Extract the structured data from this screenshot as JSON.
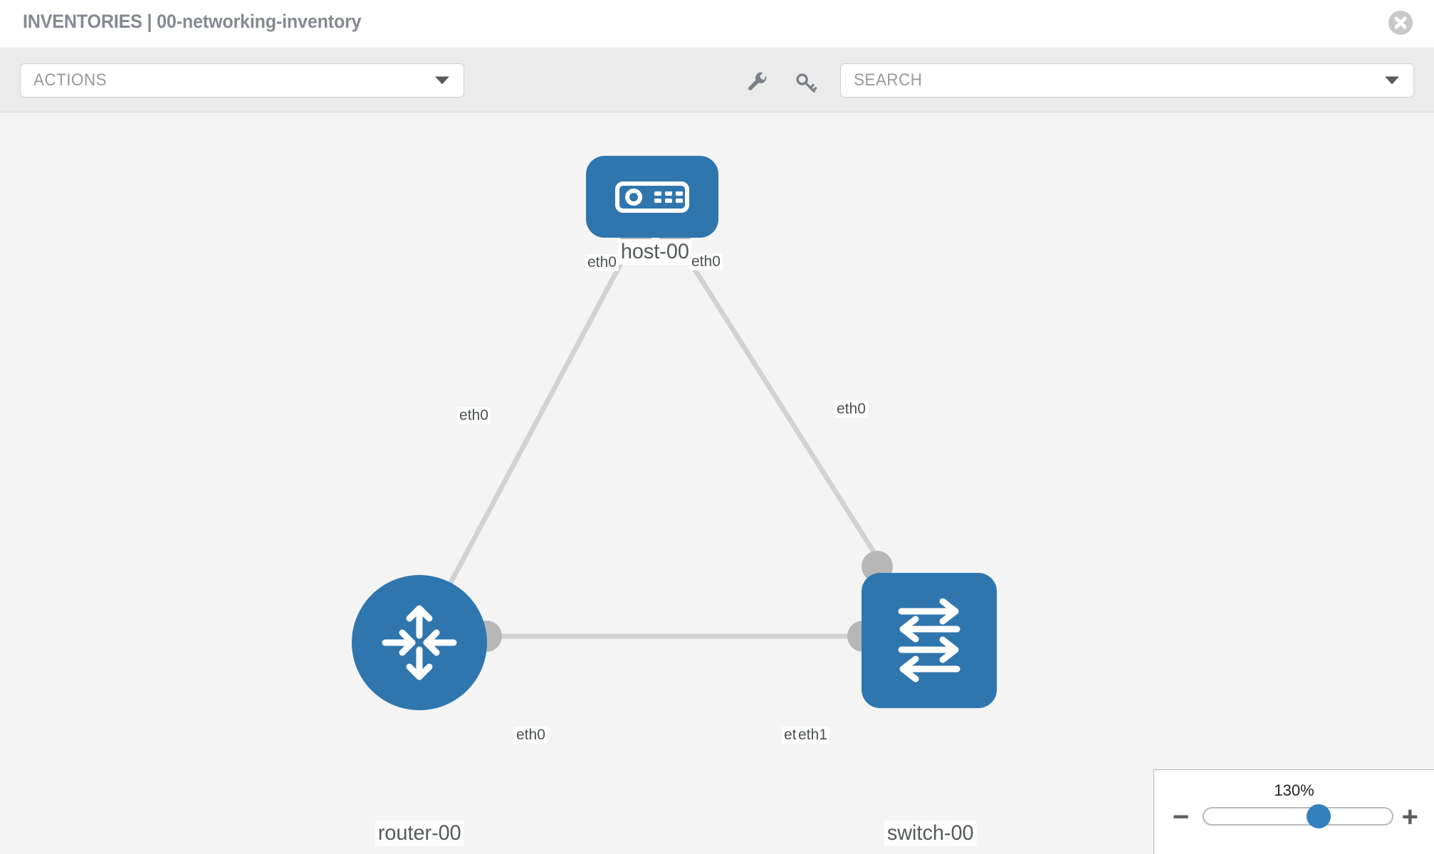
{
  "header": {
    "title": "INVENTORIES | 00-networking-inventory",
    "close_icon": "close-circle-icon"
  },
  "toolbar": {
    "actions": {
      "label": "ACTIONS",
      "caret_icon": "chevron-down-icon"
    },
    "search": {
      "placeholder": "SEARCH",
      "value": "SEARCH",
      "caret_icon": "chevron-down-icon"
    },
    "wrench_icon": "wrench-icon",
    "key_icon": "key-icon"
  },
  "topology": {
    "accent_color": "#2f76ae",
    "link_color": "#d2d2d2",
    "port_color": "#b7b7b7",
    "nodes": [
      {
        "id": "host-00",
        "label": "host-00",
        "icon": "server-icon",
        "shape": "rounded-rect"
      },
      {
        "id": "router-00",
        "label": "router-00",
        "icon": "router-icon",
        "shape": "circle"
      },
      {
        "id": "switch-00",
        "label": "switch-00",
        "icon": "switch-icon",
        "shape": "rounded-square"
      }
    ],
    "interfaces": {
      "host_left": "eth0",
      "host_right": "eth0",
      "router_up": "eth0",
      "switch_up": "eth0",
      "router_eth0": "eth0",
      "switch_eth0": "eth0",
      "switch_eth1": "eth1"
    },
    "links": [
      {
        "from": "host-00",
        "from_iface": "eth0",
        "to": "router-00",
        "to_iface": "eth0"
      },
      {
        "from": "host-00",
        "from_iface": "eth0",
        "to": "switch-00",
        "to_iface": "eth0"
      },
      {
        "from": "router-00",
        "from_iface": "eth0",
        "to": "switch-00",
        "to_iface": "eth1"
      }
    ]
  },
  "zoom_control": {
    "value_label": "130%",
    "minus_label": "−",
    "plus_label": "+",
    "thumb_position_percent": 61
  }
}
